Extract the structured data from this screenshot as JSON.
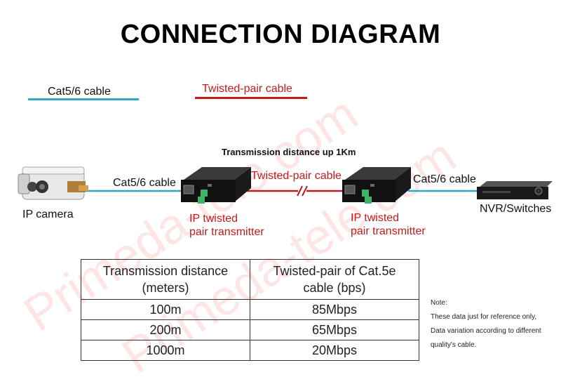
{
  "title": "CONNECTION DIAGRAM",
  "legend": {
    "cat_cable": "Cat5/6 cable",
    "twisted_cable": "Twisted-pair cable"
  },
  "diagram": {
    "distance": "Transmission distance up 1Km",
    "camera_label": "IP camera",
    "cable_left": "Cat5/6 cable",
    "cable_middle": "Twisted-pair cable",
    "cable_right": "Cat5/6 cable",
    "transmitter_left_line1": "IP twisted",
    "transmitter_left_line2": "pair transmitter",
    "transmitter_right_line1": "IP twisted",
    "transmitter_right_line2": "pair transmitter",
    "nvr_label": "NVR/Switches"
  },
  "table": {
    "header_col1_line1": "Transmission distance",
    "header_col1_line2": "(meters)",
    "header_col2_line1": "Twisted-pair of Cat.5e",
    "header_col2_line2": "cable (bps)",
    "rows": [
      {
        "distance": "100m",
        "speed": "85Mbps"
      },
      {
        "distance": "200m",
        "speed": "65Mbps"
      },
      {
        "distance": "1000m",
        "speed": "20Mbps"
      }
    ]
  },
  "note": {
    "heading": "Note:",
    "line1": "These data just for reference only,",
    "line2": "Data variation according to different",
    "line3": "quality's cable."
  },
  "watermark": [
    "Primeda-tele.com",
    "Primeda-tele.com"
  ],
  "colors": {
    "cat_cable": "#2fa6c4",
    "twisted_cable": "#c41a1a"
  }
}
